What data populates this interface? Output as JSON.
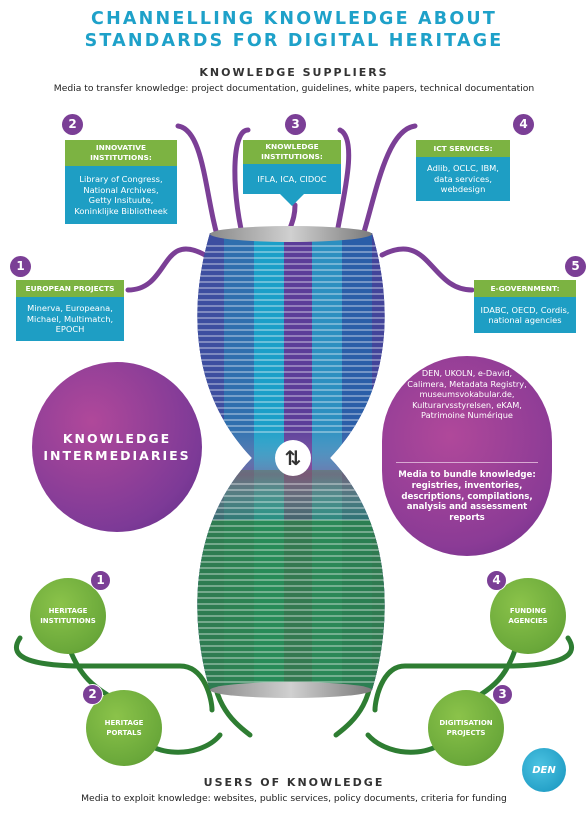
{
  "title_line1": "CHANNELLING KNOWLEDGE ABOUT",
  "title_line2": "STANDARDS FOR DIGITAL HERITAGE",
  "suppliers": {
    "heading": "KNOWLEDGE SUPPLIERS",
    "subheading": "Media to transfer knowledge: project documentation, guidelines, white papers, technical documentation",
    "boxes": [
      {
        "number": "1",
        "title": "EUROPEAN PROJECTS",
        "body": "Minerva, Europeana,\nMichael, Multimatch,\nEPOCH"
      },
      {
        "number": "2",
        "title": "INNOVATIVE\nINSTITUTIONS:",
        "body": "Library of Congress,\nNational Archives,\nGetty Insituute,\nKoninklijke Bibliotheek"
      },
      {
        "number": "3",
        "title": "KNOWLEDGE\nINSTITUTIONS:",
        "body": "IFLA, ICA, CIDOC"
      },
      {
        "number": "4",
        "title": "ICT SERVICES:",
        "body": "Adlib, OCLC, IBM,\ndata services,\nwebdesign"
      },
      {
        "number": "5",
        "title": "E-GOVERNMENT:",
        "body": "IDABC, OECD, Cordis,\nnational agencies"
      }
    ]
  },
  "intermediaries": {
    "label": "KNOWLEDGE\nINTERMEDIARIES",
    "examples": "DEN, UKOLN, e-David,\nCalimera, Metadata Registry,\nmuseumsvokabular.de,\nKulturarvsstyrelsen, eKAM,\nPatrimoine Numérique",
    "media": "Media to bundle knowledge:\nregistries, inventories,\ndescriptions, compilations,\nanalysis and assessment\nreports",
    "arrow_symbol": "⇅"
  },
  "users": {
    "heading": "USERS OF KNOWLEDGE",
    "subheading": "Media to exploit knowledge: websites, public services, policy documents, criteria for funding",
    "items": [
      {
        "number": "1",
        "label": "HERITAGE\nINSTITUTIONS"
      },
      {
        "number": "2",
        "label": "HERITAGE\nPORTALS"
      },
      {
        "number": "3",
        "label": "DIGITISATION\nPROJECTS"
      },
      {
        "number": "4",
        "label": "FUNDING\nAGENCIES"
      }
    ]
  },
  "logo_text": "DEN",
  "colors": {
    "title": "#1ea1c9",
    "box_head": "#7cb342",
    "box_body": "#1e9ec4",
    "badge": "#7b3f96",
    "supplier_lines": "#7b3f96",
    "user_lines": "#2e7d32"
  }
}
